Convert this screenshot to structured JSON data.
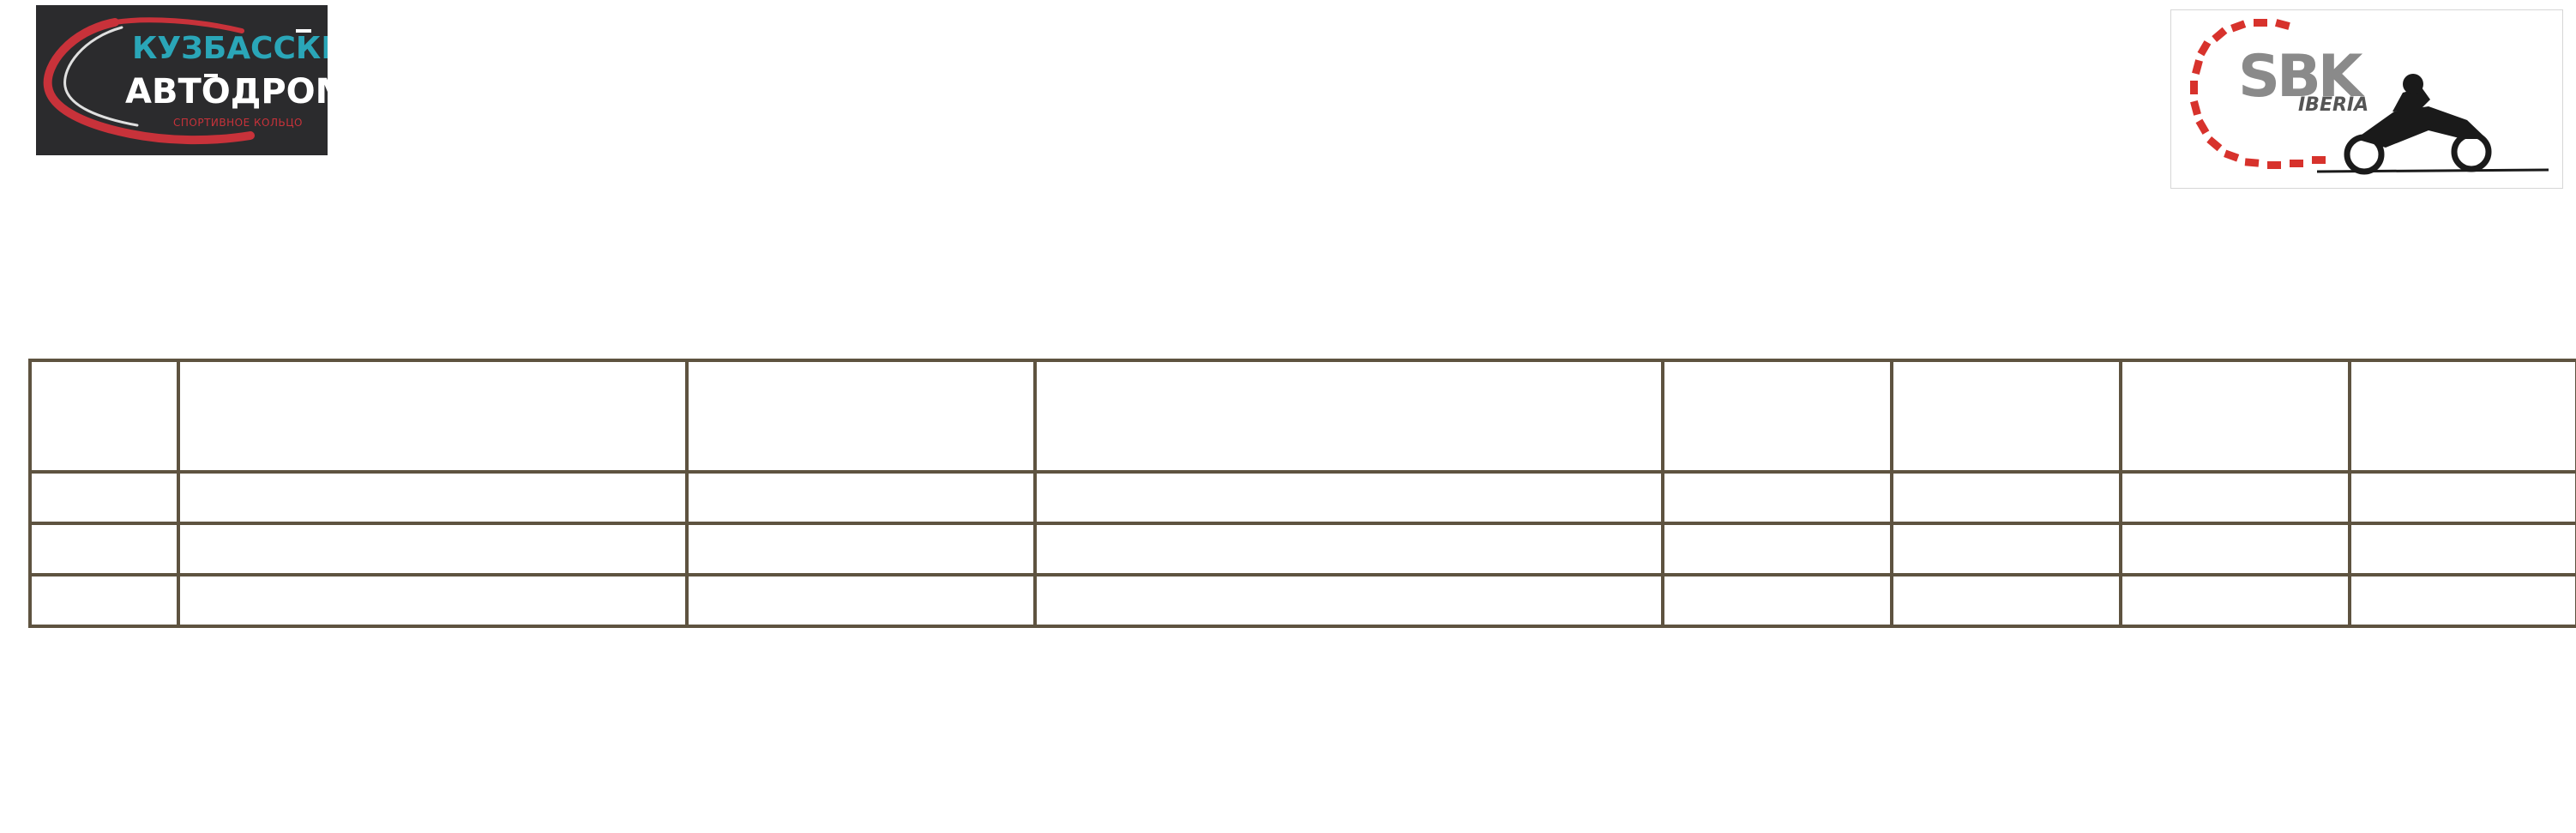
{
  "header": {
    "left_logo": {
      "line1": "КУЗБАССКИЙ",
      "line2": "АВТОДРОМ",
      "line3": "СПОРТИВНОЕ КОЛЬЦО",
      "colors": {
        "background": "#2b2b2d",
        "accent": "#2aa6b8",
        "stripe": "#c8323a"
      }
    },
    "right_logo": {
      "text_main": "SBK",
      "text_sub": "IBERIA",
      "colors": {
        "ring": "#d7322c",
        "text": "#8a8a8a"
      }
    }
  },
  "table": {
    "columns": [
      "",
      "",
      "",
      "",
      "",
      "",
      "",
      ""
    ],
    "rows": [
      [
        "",
        "",
        "",
        "",
        "",
        "",
        "",
        ""
      ],
      [
        "",
        "",
        "",
        "",
        "",
        "",
        "",
        ""
      ],
      [
        "",
        "",
        "",
        "",
        "",
        "",
        "",
        ""
      ]
    ],
    "border_color": "#5e5340"
  }
}
